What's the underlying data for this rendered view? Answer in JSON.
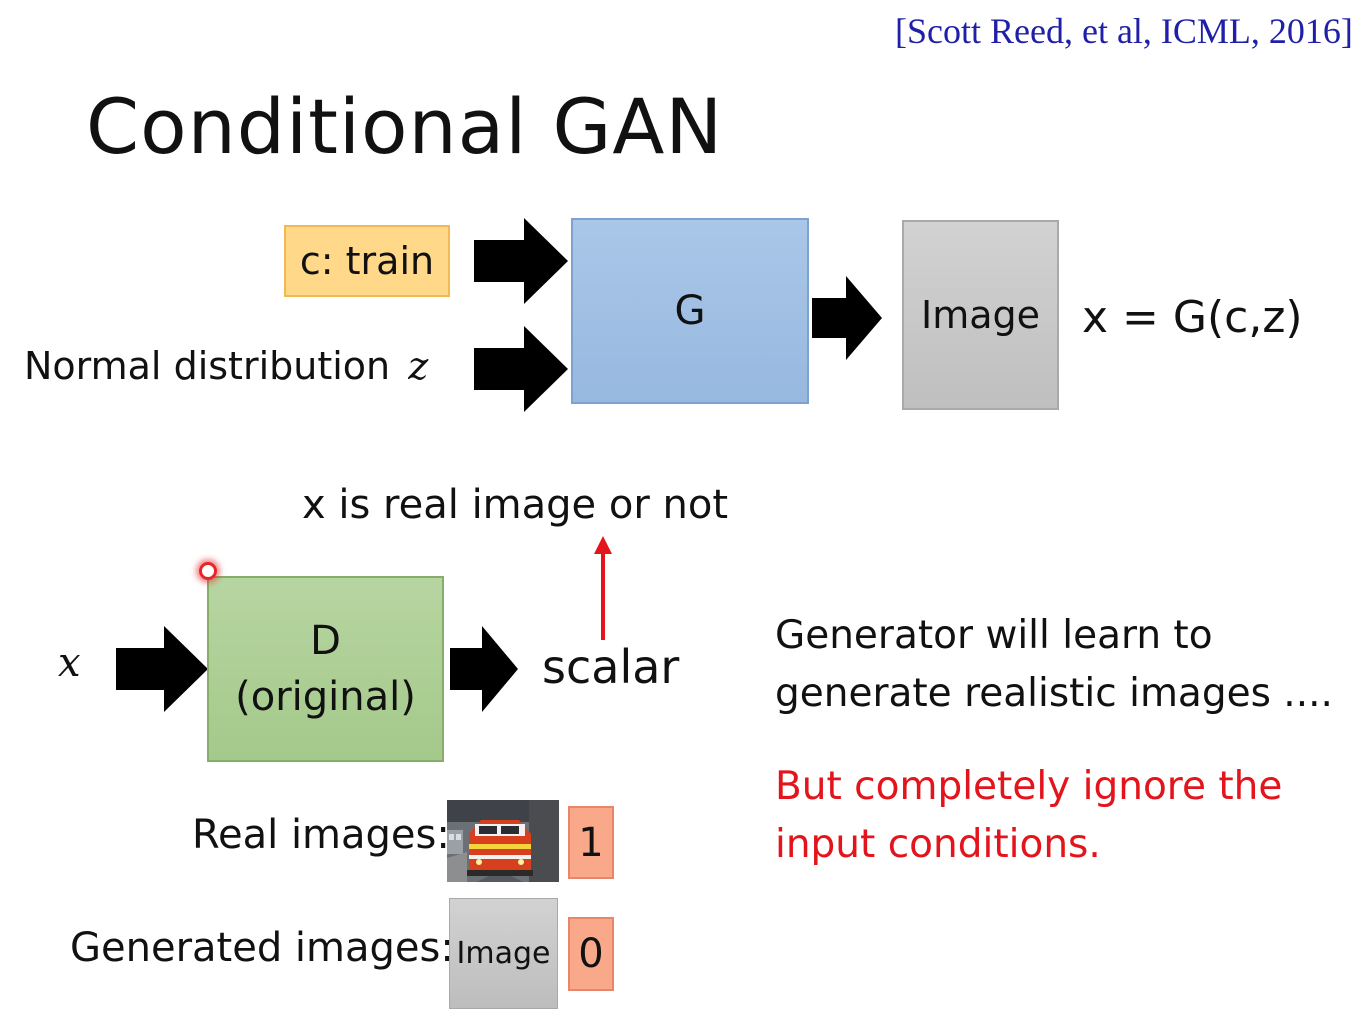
{
  "citation": "[Scott Reed, et al, ICML, 2016]",
  "title": "Conditional GAN",
  "generator": {
    "condition_label": "c: train",
    "noise_label": "Normal distribution",
    "noise_symbol": "z",
    "block_label": "G",
    "output_label": "Image",
    "equation": "x = G(c,z)"
  },
  "discriminator": {
    "input_symbol": "x",
    "block_line1": "D",
    "block_line2": "(original)",
    "output_label": "scalar",
    "caption": "x is real image or not"
  },
  "examples": {
    "real_label": "Real images:",
    "real_target": "1",
    "generated_label": "Generated images:",
    "generated_image_label": "Image",
    "generated_target": "0"
  },
  "notes": {
    "line1": "Generator will learn to",
    "line2": "generate realistic images ....",
    "warning_line1": "But completely ignore the",
    "warning_line2": "input conditions."
  },
  "colors": {
    "condition_box": "#ffd88a",
    "g_box": "#9dbde2",
    "d_box": "#a9cc91",
    "image_box": "#c8c8c8",
    "target_box": "#f9a98a",
    "warning_text": "#e3141b",
    "citation_text": "#1f1fa8",
    "feedback_arrow": "#e3141b"
  }
}
